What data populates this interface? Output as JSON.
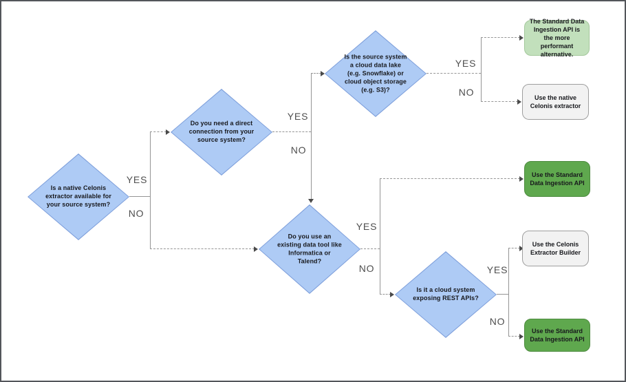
{
  "diagram_type": "decision-flowchart",
  "edge_labels": {
    "yes": "YES",
    "no": "NO"
  },
  "decisions": [
    {
      "id": "native-extractor",
      "label": "Is a native Celonis extractor available for your source system?"
    },
    {
      "id": "direct-connection",
      "label": "Do you need a direct connection from your source system?"
    },
    {
      "id": "cloud-data-lake",
      "label": "Is the source system a cloud data lake (e.g. Snowflake) or cloud object storage (e.g. S3)?"
    },
    {
      "id": "existing-data-tool",
      "label": "Do you use an existing data tool like Informatica or Talend?"
    },
    {
      "id": "cloud-rest-apis",
      "label": "Is it a cloud system exposing REST APIs?"
    }
  ],
  "outcomes": [
    {
      "id": "sdi-performant",
      "label": "The Standard Data Ingestion API is the more performant alternative.",
      "style": "light-green"
    },
    {
      "id": "native-extractor-use",
      "label": "Use the native Celonis extractor",
      "style": "gray"
    },
    {
      "id": "sdi-direct",
      "label": "Use the Standard Data Ingestion API",
      "style": "green"
    },
    {
      "id": "extractor-builder",
      "label": "Use the Celonis Extractor Builder",
      "style": "gray"
    },
    {
      "id": "sdi-noncloud",
      "label": "Use the Standard Data Ingestion API",
      "style": "green"
    }
  ],
  "edges": [
    {
      "from": "native-extractor",
      "label": "YES",
      "to": "direct-connection"
    },
    {
      "from": "native-extractor",
      "label": "NO",
      "to": "existing-data-tool"
    },
    {
      "from": "direct-connection",
      "label": "YES",
      "to": "cloud-data-lake"
    },
    {
      "from": "direct-connection",
      "label": "NO",
      "to": "existing-data-tool"
    },
    {
      "from": "cloud-data-lake",
      "label": "YES",
      "to": "sdi-performant"
    },
    {
      "from": "cloud-data-lake",
      "label": "NO",
      "to": "native-extractor-use"
    },
    {
      "from": "existing-data-tool",
      "label": "YES",
      "to": "sdi-direct"
    },
    {
      "from": "existing-data-tool",
      "label": "NO",
      "to": "cloud-rest-apis"
    },
    {
      "from": "cloud-rest-apis",
      "label": "YES",
      "to": "extractor-builder"
    },
    {
      "from": "cloud-rest-apis",
      "label": "NO",
      "to": "sdi-noncloud"
    }
  ],
  "colors": {
    "diamond_fill": "#aecbf5",
    "diamond_border": "#7e9fdb",
    "green_fill": "#5fa84e",
    "green_border": "#4c8a3e",
    "light_green_fill": "#c2e0bc",
    "light_green_border": "#a3c79b",
    "gray_fill": "#f2f2f2",
    "gray_border": "#9e9e9e",
    "line": "#949494",
    "arrow": "#4a4a4a"
  }
}
